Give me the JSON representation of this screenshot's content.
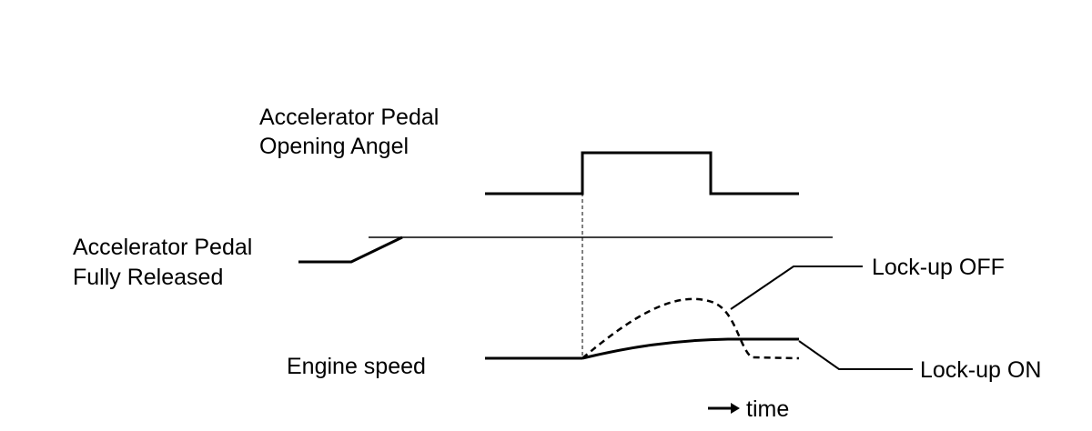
{
  "labels": {
    "pedal_opening_line1": "Accelerator Pedal",
    "pedal_opening_line2": "Opening Angel",
    "pedal_released_line1": "Accelerator Pedal",
    "pedal_released_line2": "Fully Released",
    "engine_speed": "Engine speed",
    "lockup_off": "Lock-up OFF",
    "lockup_on": "Lock-up ON",
    "time": "time"
  },
  "colors": {
    "stroke": "#000000",
    "background": "#ffffff"
  },
  "icons": {
    "time_arrow": "right-arrow-icon"
  }
}
